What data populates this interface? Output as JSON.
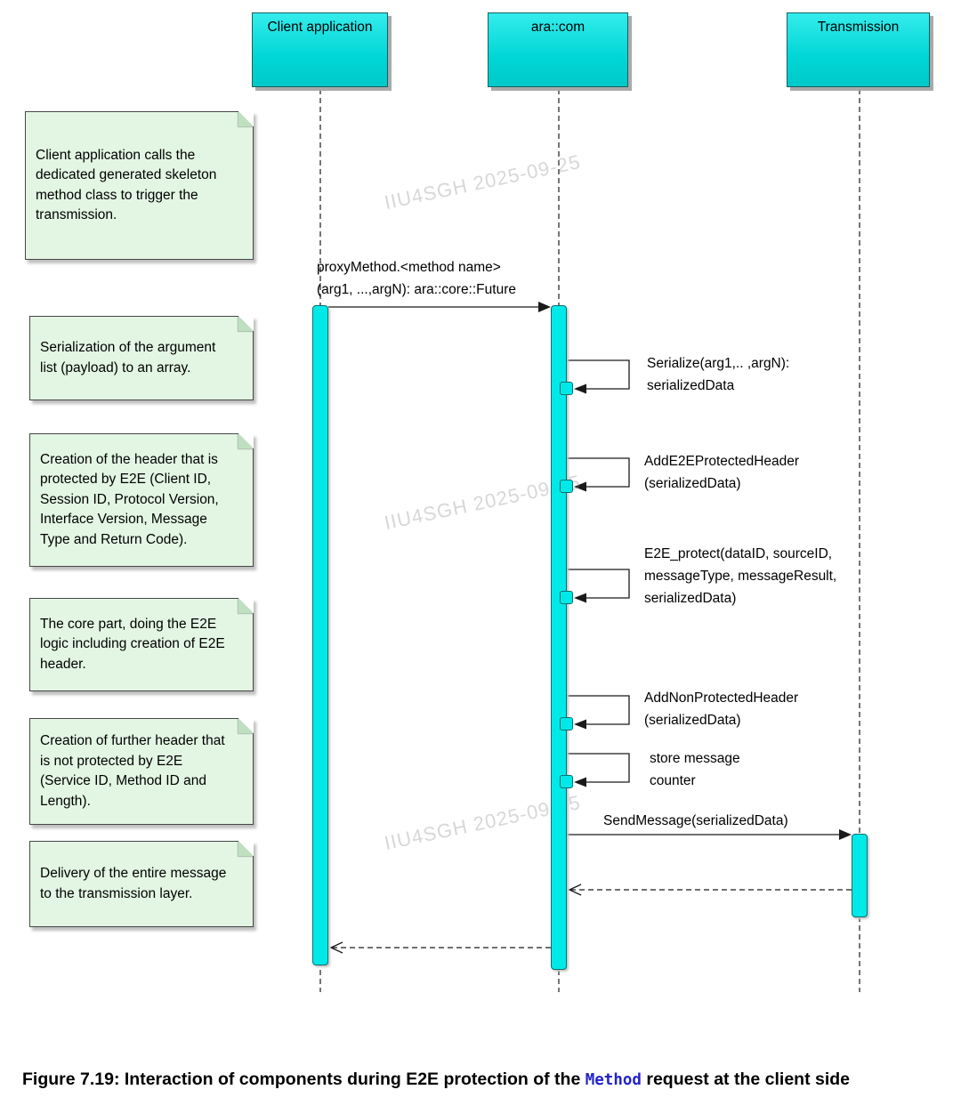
{
  "diagram": {
    "lifelines": [
      {
        "label": "Client application"
      },
      {
        "label": "ara::com"
      },
      {
        "label": "Transmission"
      }
    ],
    "notes": [
      {
        "text": "Client application calls the\ndedicated generated skeleton\nmethod class to  trigger the\ntransmission."
      },
      {
        "text": "Serialization of the argument\nlist (payload) to an array."
      },
      {
        "text": "Creation of the header that is\nprotected by E2E (Client ID,\nSession ID,  Protocol Version,\nInterface Version, Message\nType and Return Code)."
      },
      {
        "text": "The core part, doing the E2E\nlogic including creation of E2E\nheader."
      },
      {
        "text": "Creation of further header that\nis not protected by E2E\n(Service ID, Method ID and\nLength)."
      },
      {
        "text": "Delivery of the entire message\nto the transmission layer."
      }
    ],
    "messages": {
      "call": "proxyMethod.<method name>\n(arg1, ...,argN): ara::core::Future",
      "serialize": "Serialize(arg1,.. ,argN):\nserializedData",
      "add_e2e_header": "AddE2EProtectedHeader\n(serializedData)",
      "e2e_protect": "E2E_protect(dataID, sourceID,\nmessageType, messageResult,\nserializedData)",
      "add_non_protected": "AddNonProtectedHeader\n(serializedData)",
      "store_counter": "store message\ncounter",
      "send_message": "SendMessage(serializedData)"
    },
    "watermark": "IIU4SGH  2025-09-25"
  },
  "caption": {
    "prefix": "Figure 7.19: Interaction of components during E2E protection of the ",
    "code": "Method",
    "suffix": " request at the client side"
  },
  "colors": {
    "lifeline_fill": "#00d6d6",
    "activation_fill": "#00e9e9",
    "note_fill": "#e3f6e3",
    "code_blue": "#2222cc"
  }
}
